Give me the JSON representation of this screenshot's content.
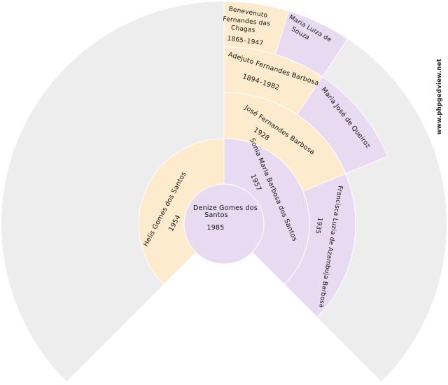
{
  "watermark": "www.phpgedview.net",
  "colors": {
    "male": "#FEEBCE",
    "female": "#E8DAF0",
    "empty": "#EDEDED",
    "background": "#FFFFFF"
  },
  "chart_data": {
    "type": "fan",
    "title": "",
    "center": [
      320,
      320
    ],
    "spread_degrees": 270,
    "ring_radii": [
      57,
      122,
      188,
      253,
      318
    ],
    "people": [
      {
        "generation": 1,
        "slot": 0,
        "name_lines": [
          "Denize Gomes dos",
          "Santos"
        ],
        "dates": "1985",
        "sex": "female"
      },
      {
        "generation": 2,
        "slot": 0,
        "name": "Helis Gomes dos Santos",
        "dates": "1954",
        "sex": "male"
      },
      {
        "generation": 2,
        "slot": 1,
        "name": "Sonia Maria Barbosa dos Santos",
        "dates": "1957",
        "sex": "female"
      },
      {
        "generation": 3,
        "slot": 2,
        "name": "José Fernandes Barbosa",
        "dates": "1928",
        "sex": "male"
      },
      {
        "generation": 3,
        "slot": 3,
        "name": "Francisca Luzia de Azambuja Barbosa",
        "dates": "1935",
        "sex": "female"
      },
      {
        "generation": 4,
        "slot": 4,
        "name": "Adejuto Fernandes Barbosa",
        "dates": "1894–1982",
        "sex": "male"
      },
      {
        "generation": 4,
        "slot": 5,
        "name": "Maria José de Queiroz",
        "dates": "",
        "sex": "female"
      },
      {
        "generation": 5,
        "slot": 8,
        "name_lines": [
          "Benevenuto",
          "Fernandes das",
          "Chagas"
        ],
        "dates": "1865–1947",
        "sex": "male"
      },
      {
        "generation": 5,
        "slot": 9,
        "name_lines": [
          "Maria Luiza de",
          "Souza"
        ],
        "dates": "",
        "sex": "female"
      }
    ]
  }
}
